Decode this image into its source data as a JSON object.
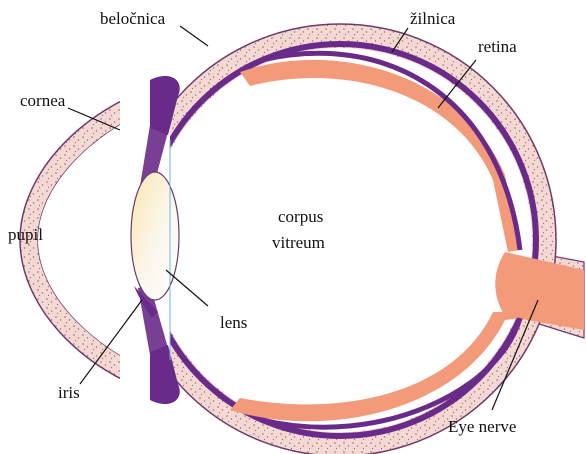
{
  "colors": {
    "sclera_fill": "#f3d8d3",
    "sclera_stipple": "#9a6a6a",
    "sclera_outline": "#6b3a6b",
    "choroid": "#6a2a8a",
    "retina": "#f29a7a",
    "lens": "#fbf7ec",
    "lens_tint": "#fbe6b0",
    "axis_line": "#6fb6e0",
    "text": "#111111"
  },
  "labels": {
    "belocnica": "beločnica",
    "zilnica": "žilnica",
    "retina": "retina",
    "cornea": "cornea",
    "pupil": "pupil",
    "corpus_line1": "corpus",
    "corpus_line2": "vitreum",
    "lens": "lens",
    "iris": "iris",
    "eye_nerve": "Eye nerve"
  }
}
